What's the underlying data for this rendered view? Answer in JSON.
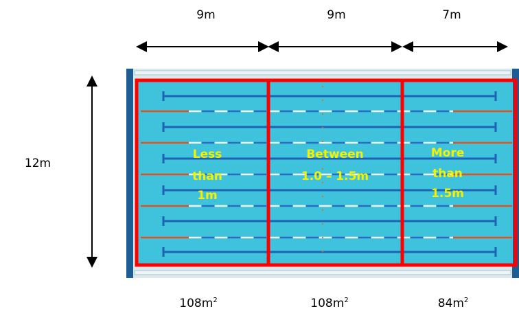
{
  "widths": [
    "9m",
    "9m",
    "7m"
  ],
  "height": "12m",
  "zones": [
    {
      "lines": [
        "Less",
        "than",
        "1m"
      ]
    },
    {
      "lines": [
        "Between",
        "1.0 – 1.5m"
      ]
    },
    {
      "lines": [
        "More",
        "than",
        "1.5m"
      ]
    }
  ],
  "areas": [
    {
      "value": "108m",
      "exp": "2"
    },
    {
      "value": "108m",
      "exp": "2"
    },
    {
      "value": "84m",
      "exp": "2"
    }
  ],
  "colors": {
    "outline": "#ff0000",
    "water": "#3fc3dd",
    "zone_text": "#f4f200"
  }
}
